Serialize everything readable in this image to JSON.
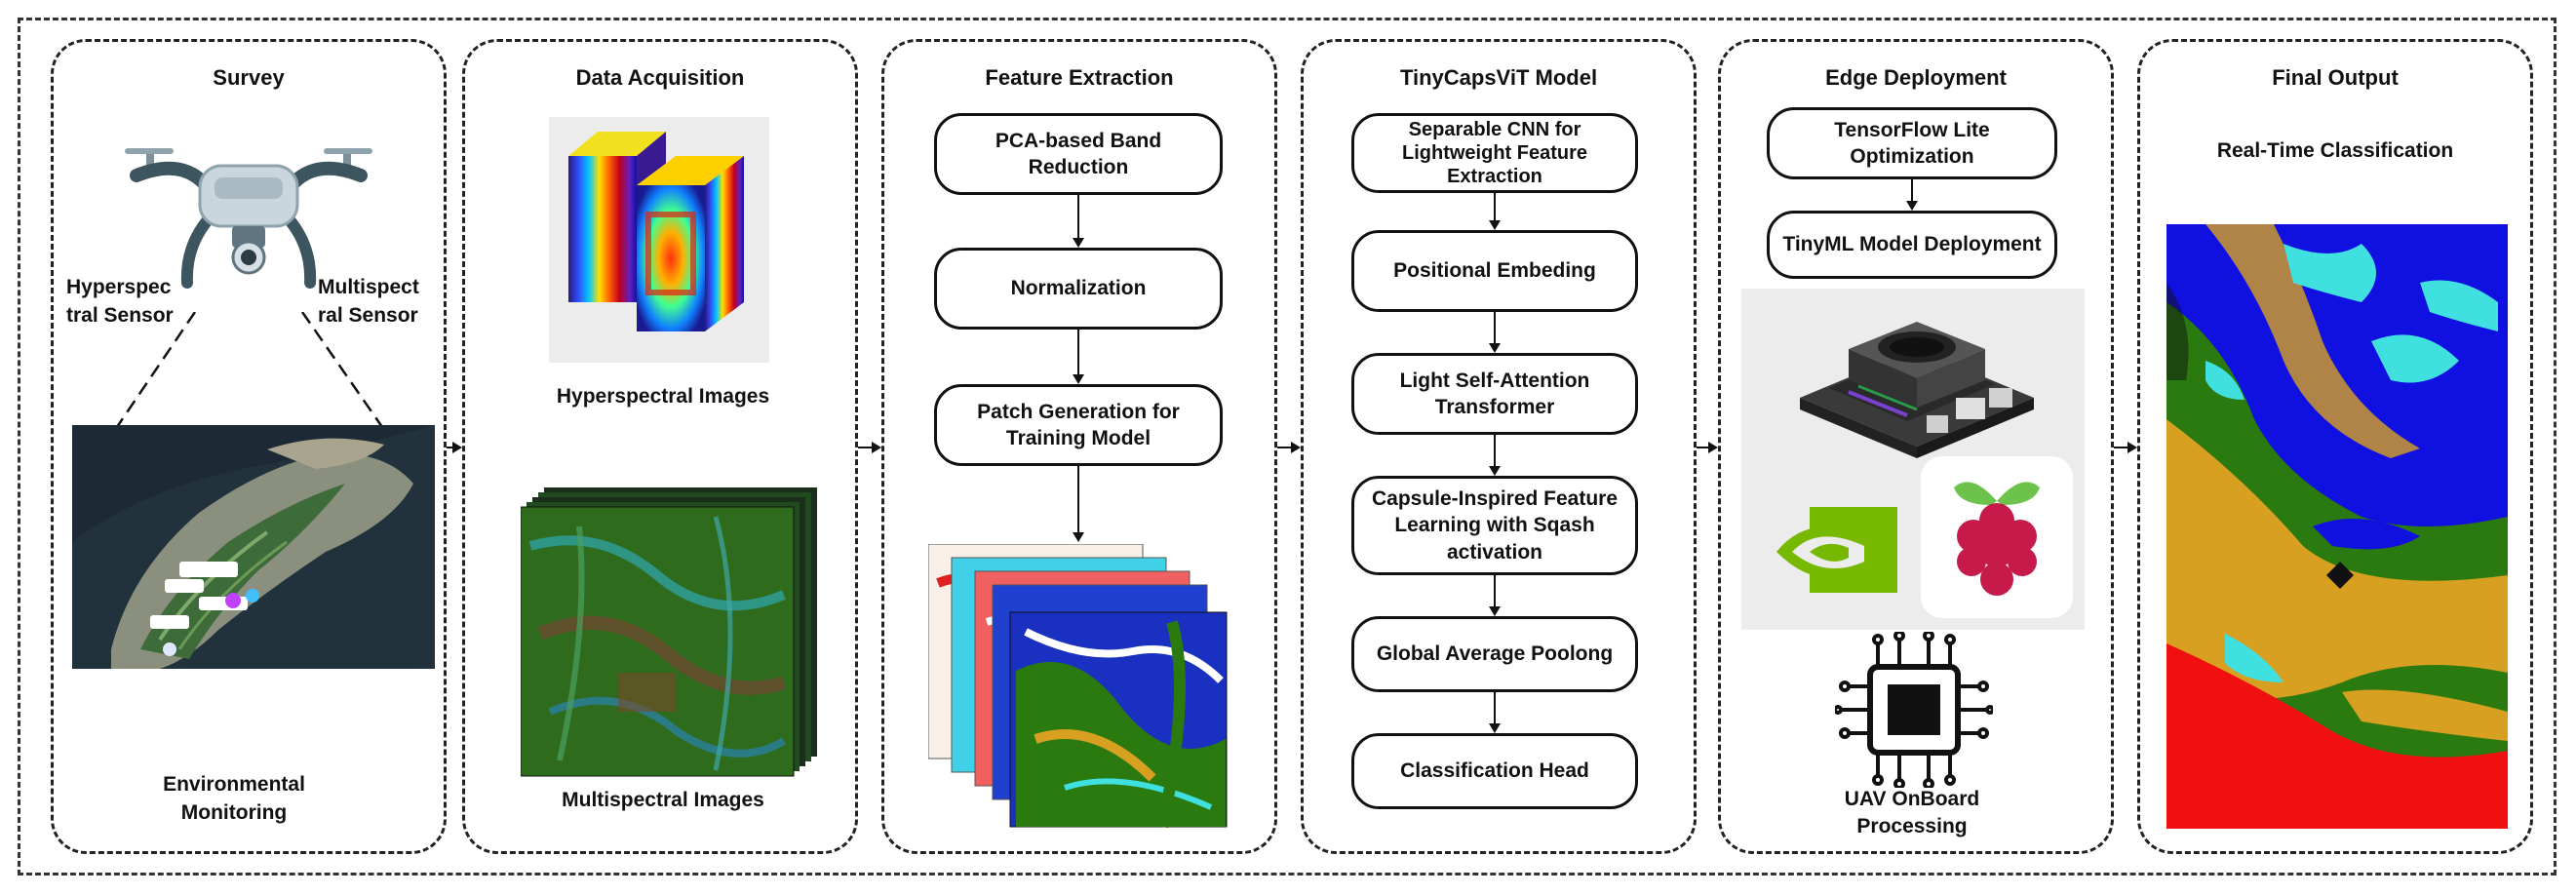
{
  "panels": {
    "survey": {
      "title": "Survey",
      "sensor_left": "Hyperspec\ntral Sensor",
      "sensor_right": "Multispect\nral Sensor",
      "footer": "Environmental\nMonitoring"
    },
    "acquisition": {
      "title": "Data Acquisition",
      "hyper_label": "Hyperspectral Images",
      "multi_label": "Multispectral Images"
    },
    "feature": {
      "title": "Feature Extraction",
      "steps": [
        "PCA-based Band Reduction",
        "Normalization",
        "Patch Generation for\nTraining Model"
      ]
    },
    "model": {
      "title": "TinyCapsViT Model",
      "steps": [
        "Separable CNN for\nLightweight Feature\nExtraction",
        "Positional Embeding",
        "Light Self-Attention\nTransformer",
        "Capsule-Inspired Feature\nLearning with Sqash\nactivation",
        "Global Average Poolong",
        "Classification Head"
      ]
    },
    "edge": {
      "title": "Edge Deployment",
      "steps": [
        "TensorFlow Lite\nOptimization",
        "TinyML Model Deployment"
      ],
      "footer": "UAV OnBoard\nProcessing"
    },
    "output": {
      "title": "Final Output",
      "subtitle": "Real-Time Classification"
    }
  },
  "icons": {
    "drone": "drone-icon",
    "chip": "processor-chip-icon",
    "nvidia": "nvidia-logo",
    "raspberry": "raspberry-pi-logo",
    "board": "jetson-board-icon"
  },
  "colors": {
    "border": "#222222",
    "classmap_blue": "#1010e0",
    "classmap_red": "#f01010",
    "classmap_orange": "#d8a020",
    "classmap_green": "#2a7a10",
    "classmap_cyan": "#40e0e0",
    "nvidia_green": "#76b900",
    "raspberry_red": "#c51a4a"
  }
}
